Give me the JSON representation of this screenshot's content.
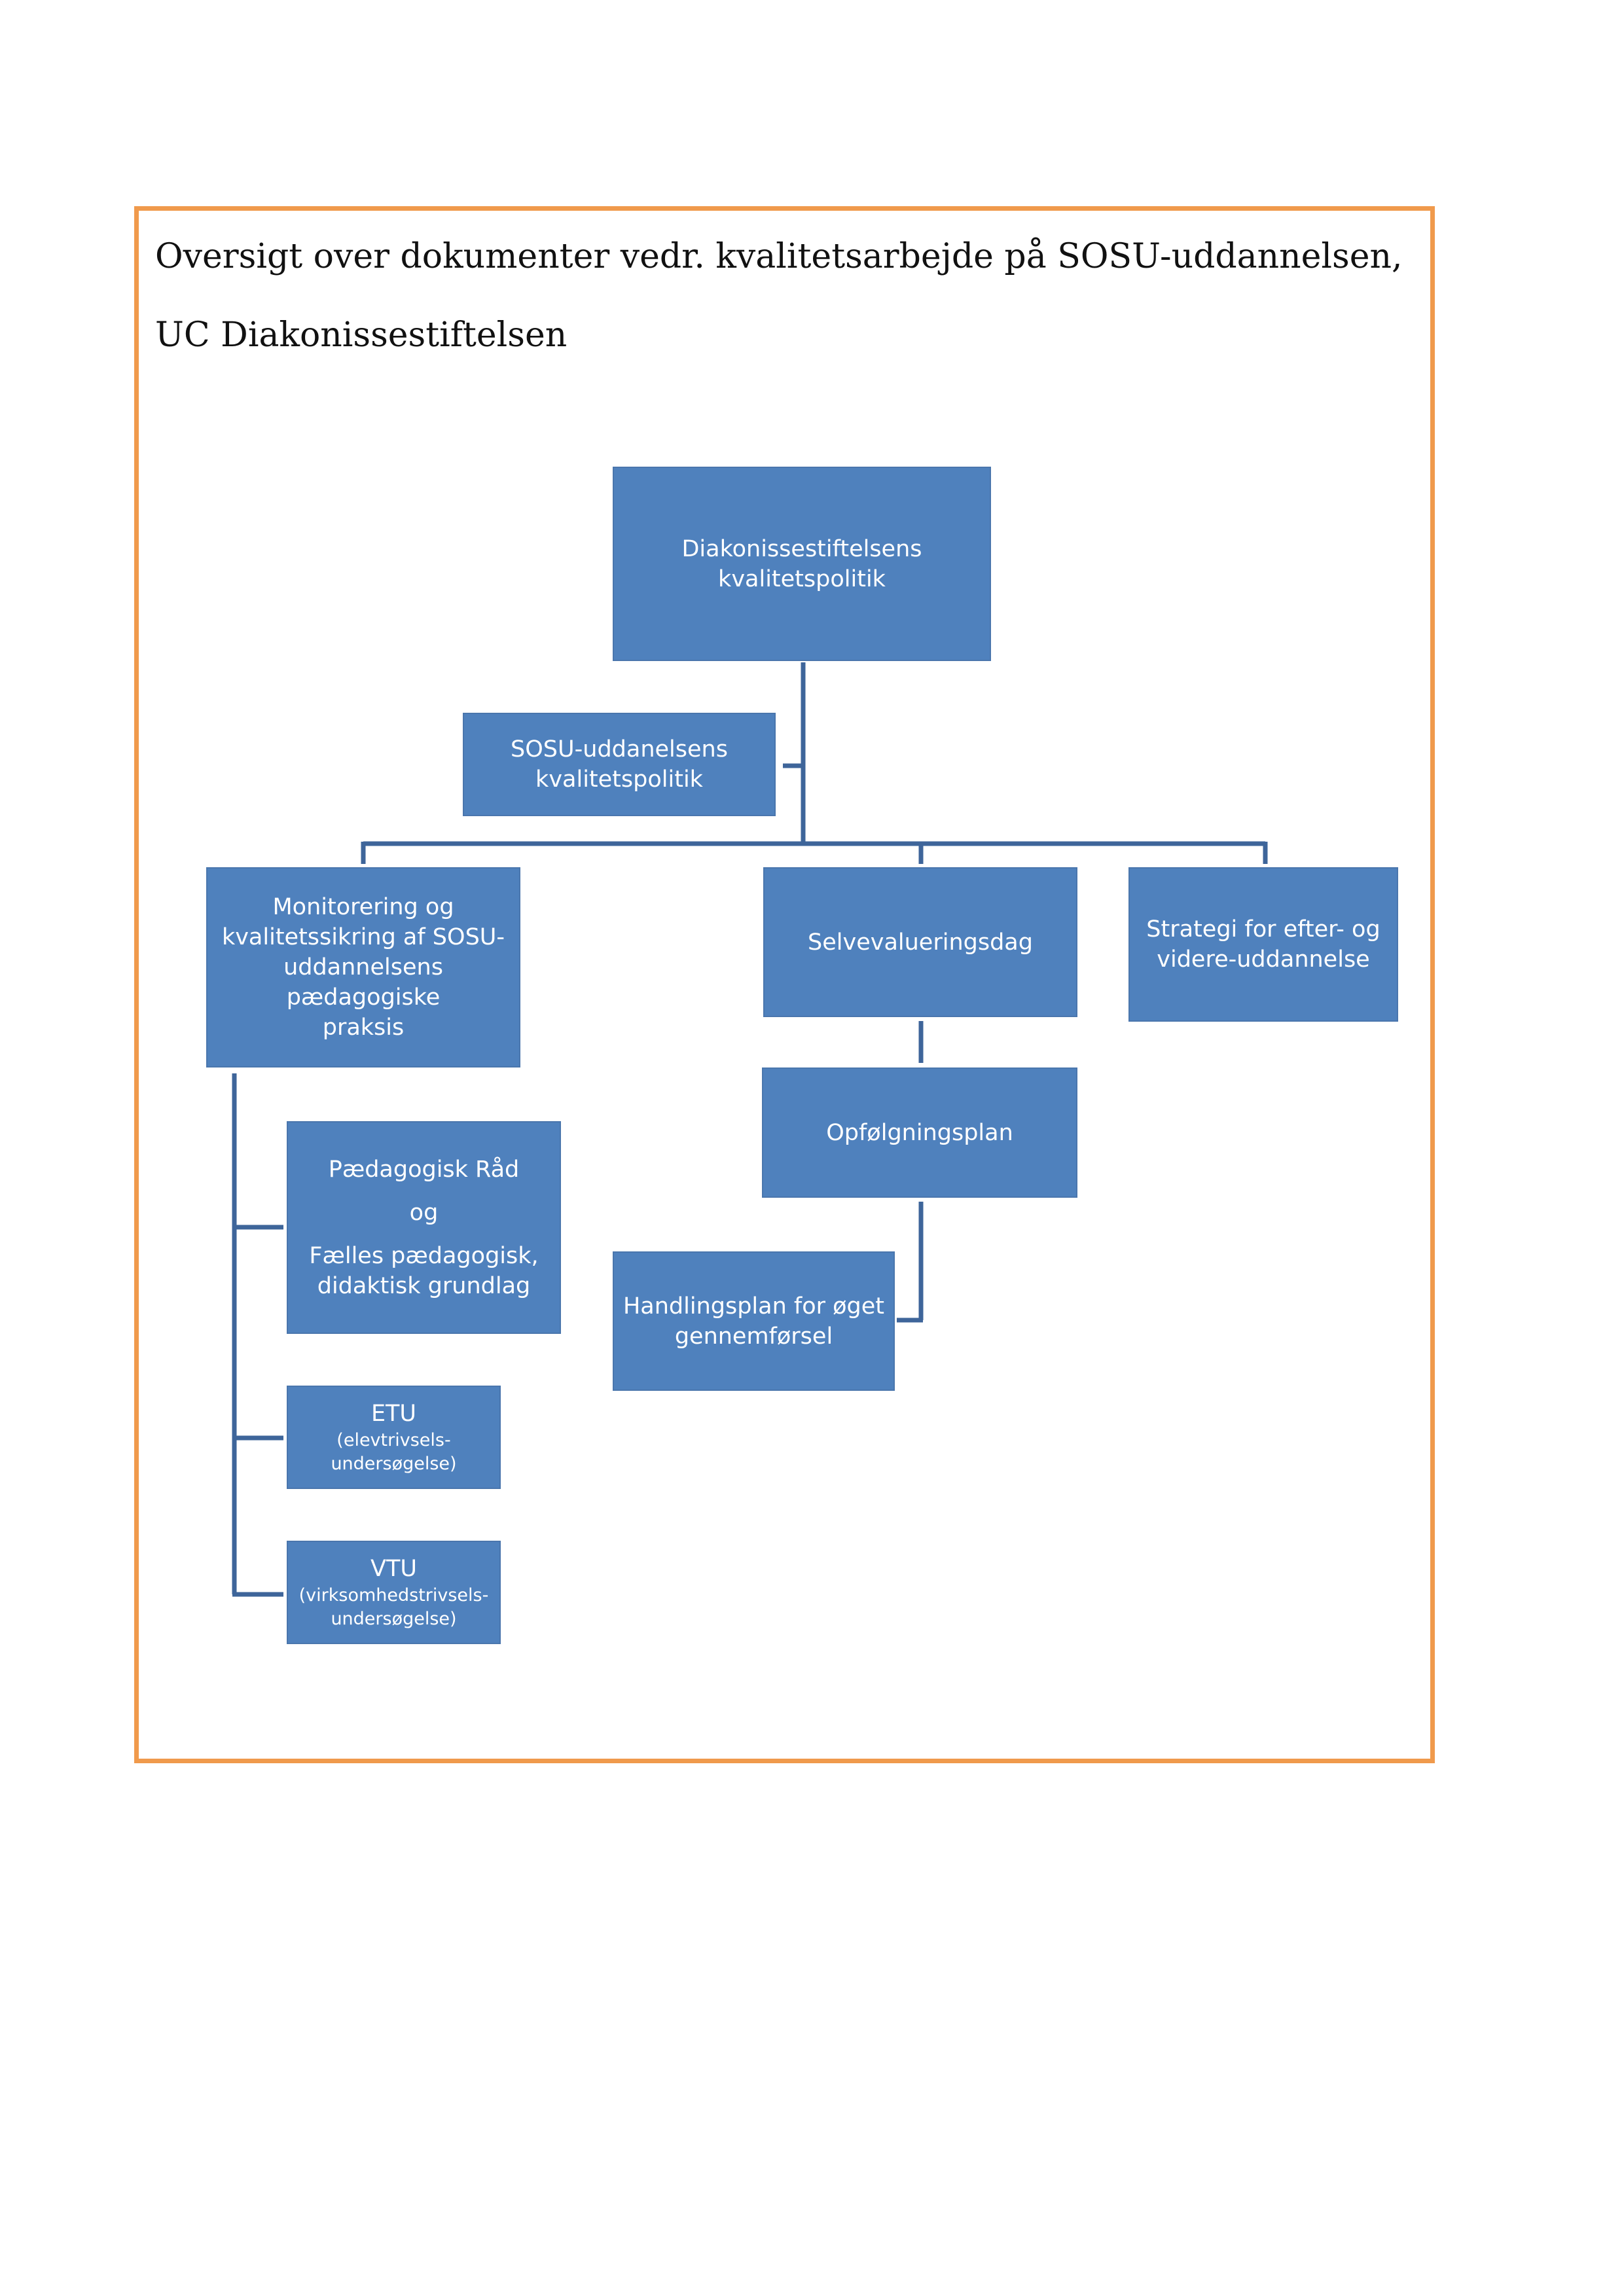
{
  "title": {
    "line1": "Oversigt over dokumenter vedr. kvalitetsarbejde på SOSU-uddannelsen,",
    "line2": "UC Diakonissestiftelsen"
  },
  "colors": {
    "frame": "#F09A4C",
    "box_fill": "#4F81BD",
    "connector": "#3E659A",
    "box_text": "#FFFFFF"
  },
  "boxes": {
    "top": {
      "line1": "Diakonissestiftelsens",
      "line2": "kvalitetspolitik"
    },
    "sosu": {
      "line1": "SOSU-uddanelsens",
      "line2": "kvalitetspolitik"
    },
    "monitor": {
      "line1": "Monitorering og",
      "line2": "kvalitetssikring af SOSU-",
      "line3": "uddannelsens pædagogiske",
      "line4": "praksis"
    },
    "selv": {
      "line1": "Selvevalueringsdag"
    },
    "strategi": {
      "line1": "Strategi for efter- og",
      "line2": "videre-uddannelse"
    },
    "opf": {
      "line1": "Opfølgningsplan"
    },
    "handling": {
      "line1": "Handlingsplan for øget",
      "line2": "gennemførsel"
    },
    "paed": {
      "line1": "Pædagogisk Råd",
      "line2": "og",
      "line3": "Fælles pædagogisk,",
      "line4": "didaktisk grundlag"
    },
    "etu": {
      "line1": "ETU",
      "line2": "(elevtrivsels-",
      "line3": "undersøgelse)"
    },
    "vtu": {
      "line1": "VTU",
      "line2": "(virksomhedstrivsels-",
      "line3": "undersøgelse)"
    }
  }
}
